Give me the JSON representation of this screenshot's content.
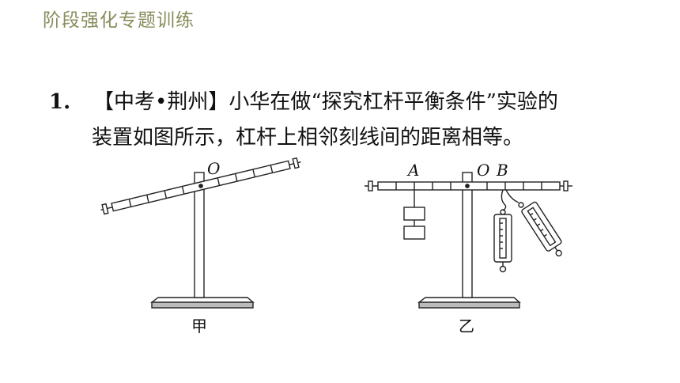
{
  "header": {
    "title": "阶段强化专题训练"
  },
  "question": {
    "number": "1.",
    "line1": "【中考•荆州】小华在做“探究杠杆平衡条件”实验的",
    "line2": "装置如图所示，杠杆上相邻刻线间的距离相等。"
  },
  "figure_left": {
    "pivot_label": "O",
    "caption": "甲"
  },
  "figure_right": {
    "label_a": "A",
    "label_o": "O",
    "label_b": "B",
    "caption": "乙"
  },
  "colors": {
    "header": "#8a8d5c",
    "text": "#111111",
    "line": "#222222"
  }
}
